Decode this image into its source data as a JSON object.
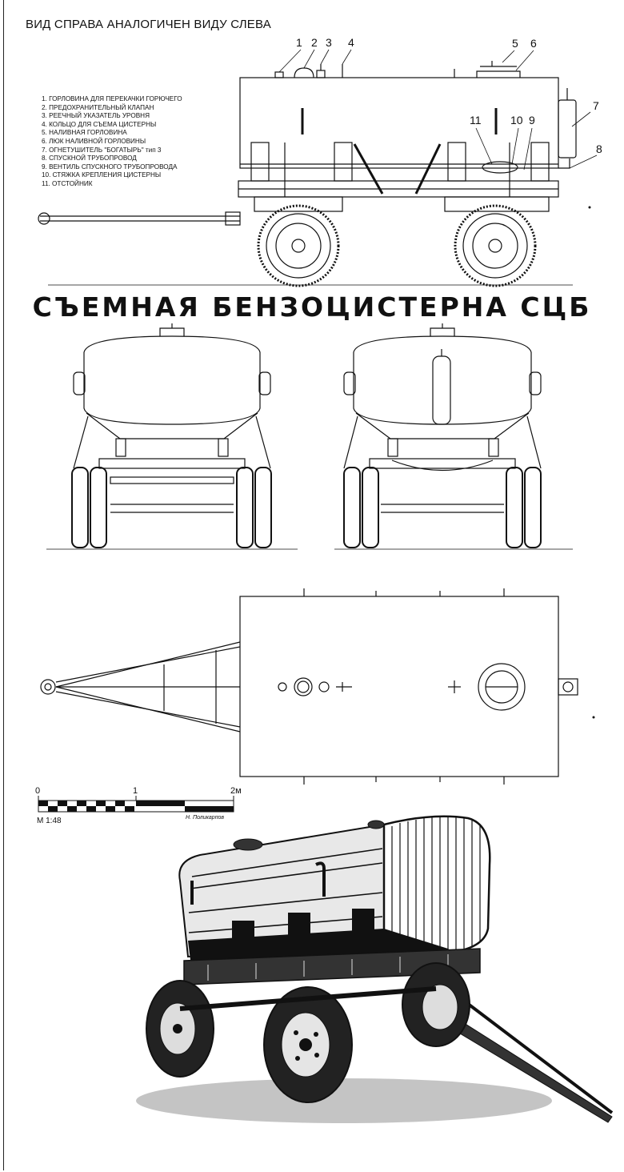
{
  "note": "ВИД СПРАВА АНАЛОГИЧЕН ВИДУ СЛЕВА",
  "title": "СЪЕМНАЯ БЕНЗОЦИСТЕРНА СЦБ",
  "legend": [
    "1. ГОРЛОВИНА ДЛЯ ПЕРЕКАЧКИ ГОРЮЧЕГО",
    "2. ПРЕДОХРАНИТЕЛЬНЫЙ КЛАПАН",
    "3. РЕЕЧНЫЙ УКАЗАТЕЛЬ УРОВНЯ",
    "4. КОЛЬЦО ДЛЯ СЪЕМА ЦИСТЕРНЫ",
    "5. НАЛИВНАЯ ГОРЛОВИНА",
    "6. ЛЮК НАЛИВНОЙ ГОРЛОВИНЫ",
    "7. ОГНЕТУШИТЕЛЬ \"БОГАТЫРЬ\" тип 3",
    "8. СПУСКНОЙ ТРУБОПРОВОД",
    "9. ВЕНТИЛЬ СПУСКНОГО ТРУБОПРОВОДА",
    "10. СТЯЖКА КРЕПЛЕНИЯ ЦИСТЕРНЫ",
    "11. ОТСТОЙНИК"
  ],
  "callouts": [
    "1",
    "2",
    "3",
    "4",
    "5",
    "6",
    "7",
    "8",
    "9",
    "10",
    "11"
  ],
  "scale": {
    "ticks": [
      "0",
      "1",
      "2м"
    ],
    "ratio": "М 1:48",
    "author": "Н. Поликарпов"
  }
}
